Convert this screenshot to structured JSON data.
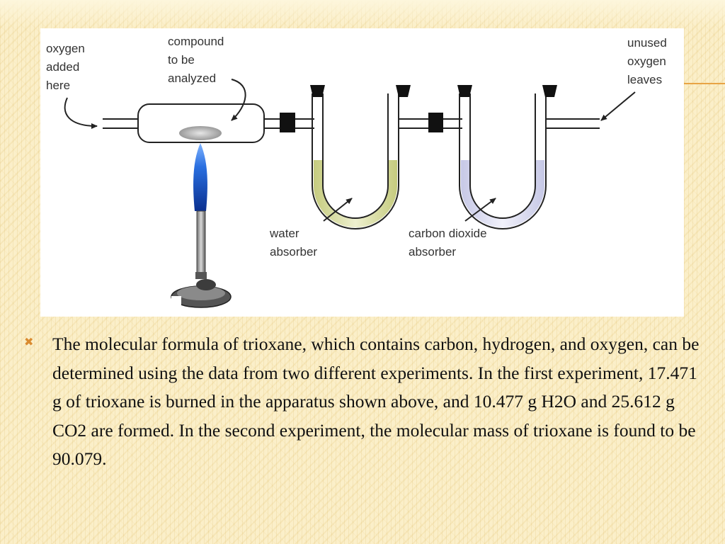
{
  "diagram": {
    "labels": {
      "oxygen_added": [
        "oxygen",
        "added",
        "here"
      ],
      "compound": [
        "compound",
        "to be",
        "analyzed"
      ],
      "unused_oxygen": [
        "unused",
        "oxygen",
        "leaves"
      ],
      "water_absorber": [
        "water",
        "absorber"
      ],
      "co2_absorber": [
        "carbon dioxide",
        "absorber"
      ]
    },
    "colors": {
      "water_liquid": "#c9cf86",
      "co2_liquid": "#c9cbe9",
      "flame": "#1f63d6",
      "accent": "#e8a445"
    }
  },
  "bullet": {
    "icon": "x-bullet-icon",
    "text": "The molecular formula of trioxane, which contains carbon, hydrogen, and oxygen, can be determined using the data from two different experiments. In the first experiment, 17.471 g of trioxane is burned in the apparatus shown above, and 10.477 g H2O and 25.612 g CO2 are formed. In the second experiment, the molecular mass of trioxane is found to be 90.079."
  }
}
